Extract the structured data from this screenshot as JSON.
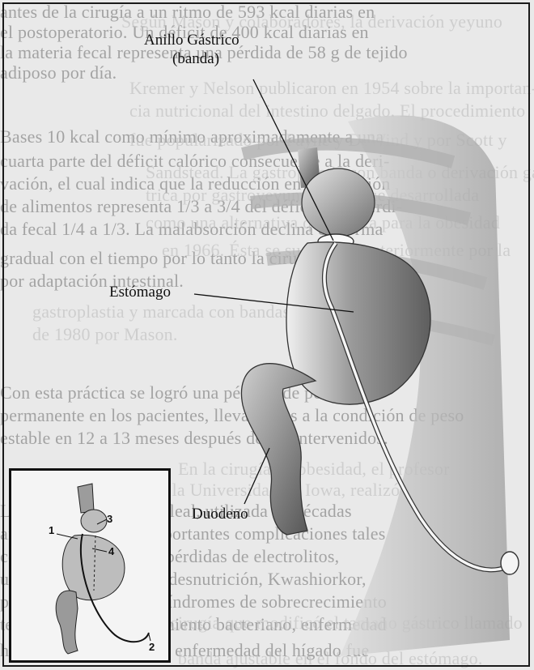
{
  "background_text": {
    "left_column": [
      "antes de la cirugía a un ritmo de 593 kcal diarias en",
      "el postoperatorio. Un déficit de 400 kcal diarias en",
      "la materia fecal representa una pérdida de 58 g de tejido",
      "adiposo por día.",
      "Bases 10 kcal como mínimo aproximadamente a una",
      "cuarta parte del déficit calórico consecuente a la deri-",
      "vación, el cual indica que la reducción en la ingestión",
      "de alimentos representa 1/3 a 3/4 del déficit, y la pérdi-",
      "da fecal 1/4 a 1/3. La malabsorción declina en forma",
      "gradual con el tiempo por lo tanto la cirugía",
      "por adaptación intestinal.",
      "Con esta práctica se logró una pérdida de peso",
      "permanente en los pacientes, llevándolos a la condición de peso",
      "estable en 12 a 13 meses después de ser intervenidos.",
      "La derivación yeyuno-ileal, utilizada en décadas",
      "anteriores, produce importantes complicaciones tales",
      "como diarrea, grandes pérdidas de electrolitos,",
      "urolitiasis, colelitiasis, desnutrición, Kwashiorkor,",
      "polartritis migratoria, síndromes de sobrecrecimiento",
      "testinal por sobrecrecimiento bacteriano, enfermedad",
      "hepática progresiva. La enfermedad del hígado fue"
    ],
    "right_column": [
      "Según Mason y colaboradores, la derivación yeyuno",
      "Kremer y Nelson publicaron en 1954 sobre la importan-",
      "cia nutricional del intestino delgado. El procedimiento",
      "fue popularizado por Payne y DeWind y por Scott y",
      "Sandstead. La gastroplastia con banda o derivación gás-",
      "trica por gastroyeyunostomía fue desarrollada",
      "como una alternativa quirúrgica para la obesidad",
      "en 1966. Ésta se sustituyó posteriormente por la",
      "gastroplastia y marcada con bandas en la década",
      "de 1980 por Mason.",
      "En la cirugía de obesidad, el profesor",
      "fesor de cirugía en la Universidad de Iowa, realizó",
      "cirugía que modificó el tamaño gástrico llamado",
      "banda ajustable en el fondo del estómago."
    ]
  },
  "labels": {
    "band_line1": "Anillo Gástrico",
    "band_line2": "(banda)",
    "stomach": "Estómago",
    "duodenum": "Duodeno"
  },
  "inset_numbers": [
    "1",
    "2",
    "3",
    "4"
  ],
  "colors": {
    "ink": "#111111",
    "stomach_light": "#d8d8d8",
    "stomach_dark": "#6e6e6e",
    "ribcage": "#c4c4c4",
    "tube": "#f5f5f5"
  }
}
